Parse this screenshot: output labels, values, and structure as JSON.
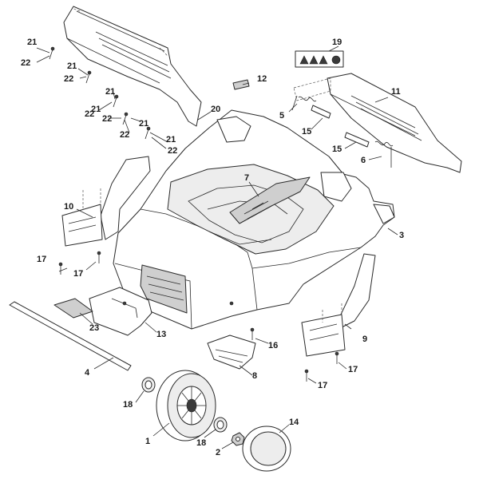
{
  "labels": {
    "p1": "1",
    "p2": "2",
    "p3": "3",
    "p4": "4",
    "p5": "5",
    "p6": "6",
    "p7": "7",
    "p8": "8",
    "p9": "9",
    "p10": "10",
    "p11": "11",
    "p12": "12",
    "p13": "13",
    "p14": "14",
    "p15a": "15",
    "p15b": "15",
    "p16": "16",
    "p17a": "17",
    "p17b": "17",
    "p17c": "17",
    "p17d": "17",
    "p18a": "18",
    "p18b": "18",
    "p19": "19",
    "p20": "20",
    "p21a": "21",
    "p21b": "21",
    "p21c": "21",
    "p21d": "21",
    "p21e": "21",
    "p22a": "22",
    "p22b": "22",
    "p22c": "22",
    "p22d": "22",
    "p22e": "22",
    "p23": "23"
  },
  "icons": [
    "warning-label-icon",
    "decal-icon",
    "wheel-icon",
    "screw-icon",
    "spring-icon"
  ]
}
